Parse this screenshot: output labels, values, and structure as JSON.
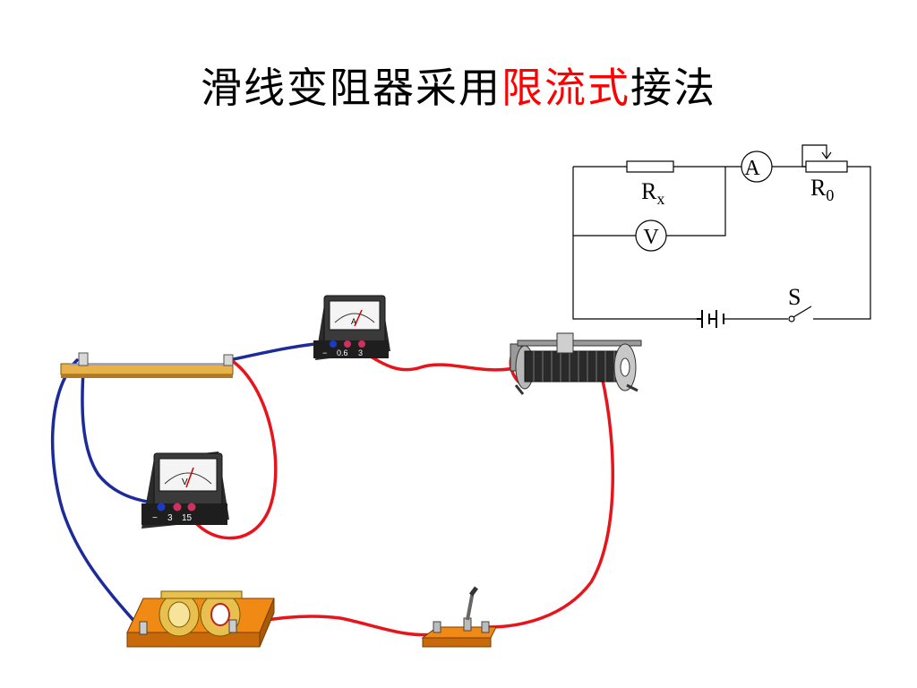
{
  "title": {
    "prefix": "滑线变阻器采用",
    "highlight": "限流式",
    "suffix": "接法",
    "highlight_color": "#ff0000"
  },
  "schematic": {
    "resistor_label": "R",
    "resistor_sub": "x",
    "rheostat_label": "R",
    "rheostat_sub": "0",
    "ammeter_symbol": "A",
    "voltmeter_symbol": "V",
    "switch_label": "S"
  },
  "ammeter_terminals": [
    "−",
    "0.6",
    "3"
  ],
  "voltmeter_terminals": [
    "−",
    "3",
    "15"
  ],
  "meter_needle_letters": {
    "ammeter": "A",
    "voltmeter": "V"
  },
  "wire_colors": {
    "positive": "#e8141c",
    "negative": "#1c2a9a"
  }
}
